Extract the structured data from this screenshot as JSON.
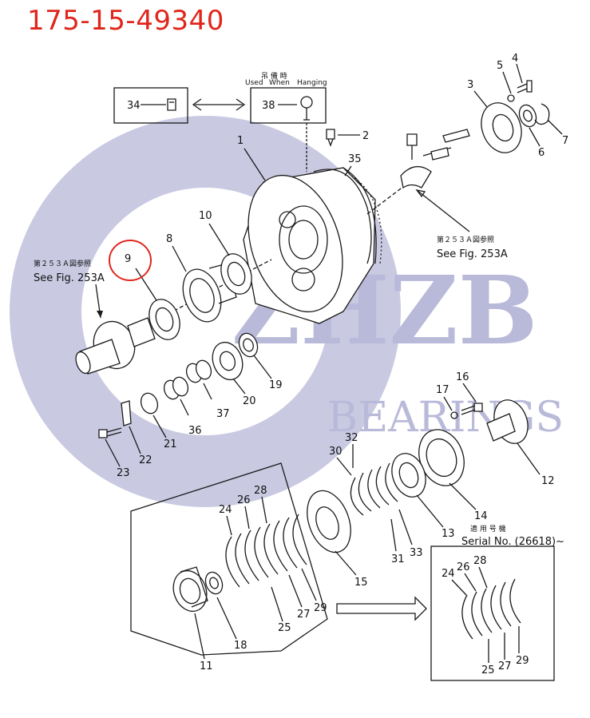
{
  "title": "175-15-49340",
  "watermark": {
    "brand": "ZHZB",
    "sub": "BEARINGS",
    "color": "#c5c5e0"
  },
  "annotations": {
    "hanging_jp": "吊 備 時",
    "hanging_used": "Used",
    "hanging_when": "When",
    "hanging_hanging": "Hanging",
    "see_fig_jp": "第２５３Ａ図参照",
    "see_fig": "See Fig. 253A",
    "serial_jp": "適 用 号 機",
    "serial": "Serial No. (26618)~"
  },
  "highlight_color": "#e0261c",
  "callouts": {
    "c1": "1",
    "c2": "2",
    "c3": "3",
    "c4": "4",
    "c5": "5",
    "c6": "6",
    "c7": "7",
    "c8": "8",
    "c9": "9",
    "c10": "10",
    "c11": "11",
    "c12": "12",
    "c13": "13",
    "c14": "14",
    "c15": "15",
    "c16": "16",
    "c17": "17",
    "c18": "18",
    "c19": "19",
    "c20": "20",
    "c21": "21",
    "c22": "22",
    "c23": "23",
    "c24": "24",
    "c25": "25",
    "c26": "26",
    "c27": "27",
    "c28": "28",
    "c29": "29",
    "c30": "30",
    "c31": "31",
    "c32": "32",
    "c33": "33",
    "c34": "34",
    "c35": "35",
    "c36": "36",
    "c37": "37",
    "c38": "38",
    "d24": "24",
    "d25": "25",
    "d26": "26",
    "d27": "27",
    "d28": "28",
    "d29": "29"
  }
}
